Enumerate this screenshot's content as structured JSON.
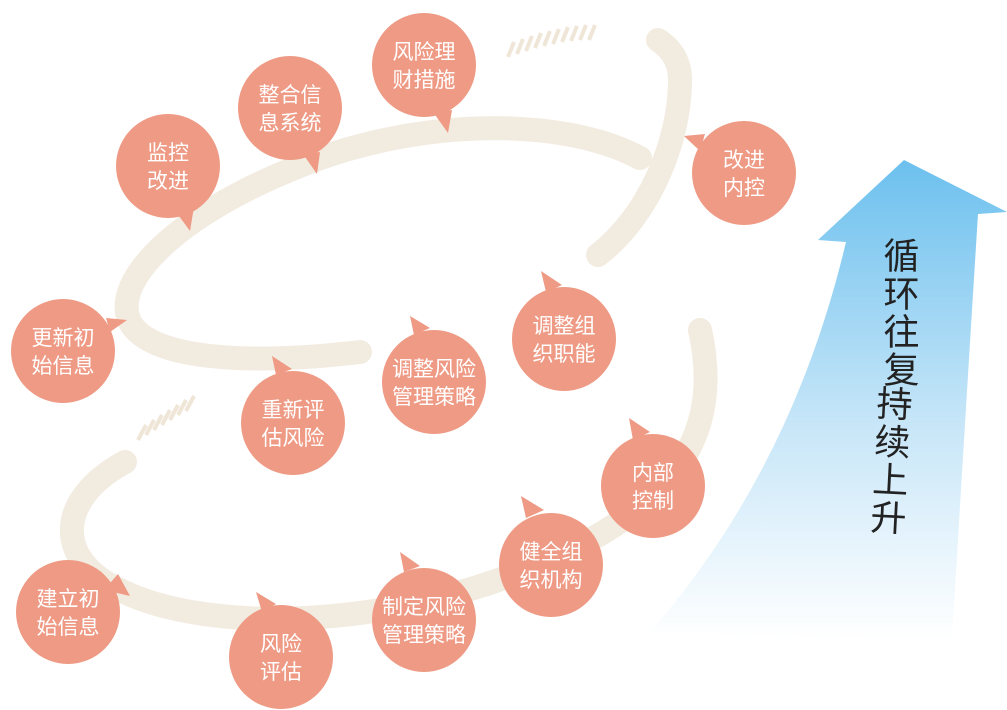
{
  "colors": {
    "node_fill": "#ee9a84",
    "ring": "#f2ebe0",
    "ring_hatch": "#efe6d8",
    "arrow_top": "#6cc0ee",
    "arrow_bottom": "#ffffff",
    "slogan_text": "#222222"
  },
  "arrow": {
    "icon": "up-arrow-icon",
    "text_line1": "循环往复",
    "text_line2": "持续上升"
  },
  "nodes": [
    {
      "id": "jianli",
      "line1": "建立初",
      "line2": "始信息"
    },
    {
      "id": "fengxian",
      "line1": "风险",
      "line2": "评估"
    },
    {
      "id": "zhiding",
      "line1": "制定风险",
      "line2": "管理策略"
    },
    {
      "id": "jianquan",
      "line1": "健全组",
      "line2": "织机构"
    },
    {
      "id": "neibu",
      "line1": "内部",
      "line2": "控制"
    },
    {
      "id": "gengxin",
      "line1": "更新初",
      "line2": "始信息"
    },
    {
      "id": "chongxin",
      "line1": "重新评",
      "line2": "估风险"
    },
    {
      "id": "tiaozhengcl",
      "line1": "调整风险",
      "line2": "管理策略"
    },
    {
      "id": "tiaozhengzz",
      "line1": "调整组",
      "line2": "织职能"
    },
    {
      "id": "gaijin",
      "line1": "改进",
      "line2": "内控"
    },
    {
      "id": "jiankong",
      "line1": "监控",
      "line2": "改进"
    },
    {
      "id": "zhenghe",
      "line1": "整合信",
      "line2": "息系统"
    },
    {
      "id": "licai",
      "line1": "风险理",
      "line2": "财措施"
    }
  ]
}
